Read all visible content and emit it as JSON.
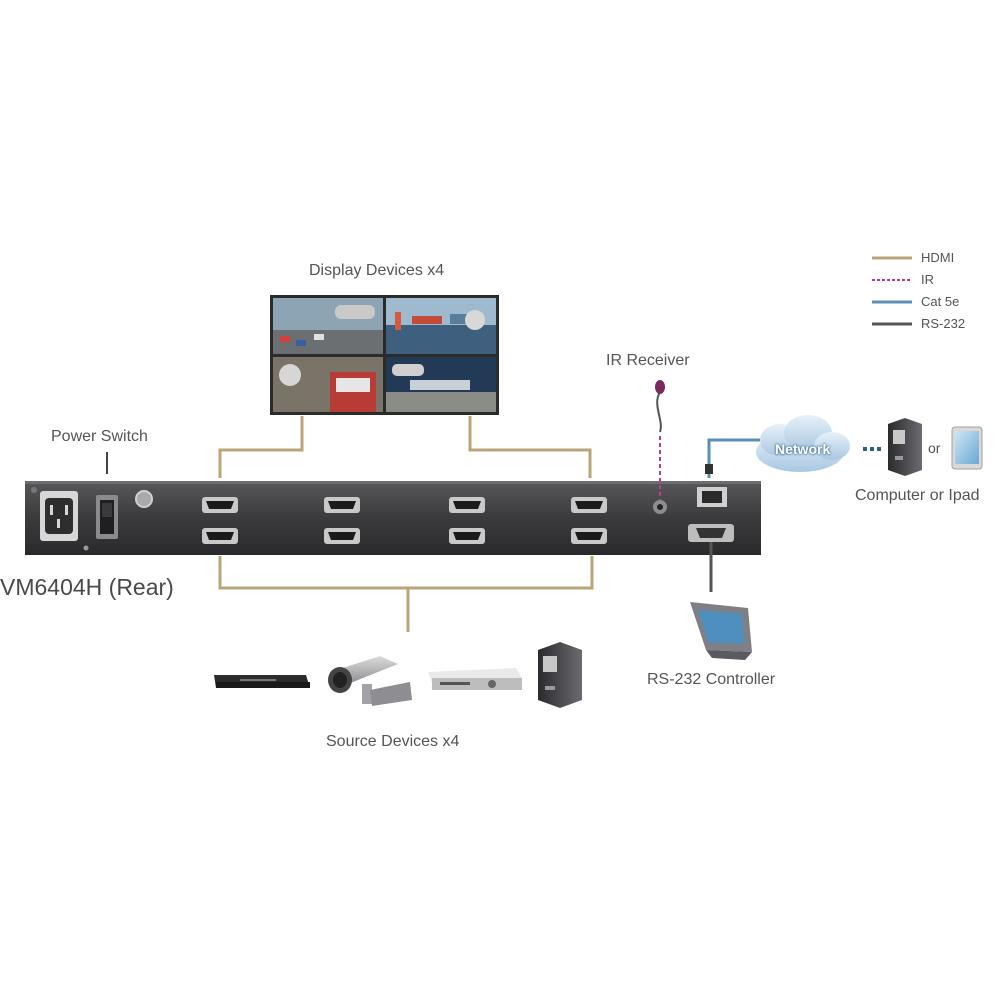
{
  "labels": {
    "display_devices": "Display Devices x4",
    "power_switch": "Power Switch",
    "ir_receiver": "IR Receiver",
    "network": "Network",
    "or": "or",
    "computer_or_ipad": "Computer or Ipad",
    "model": "VM6404H (Rear)",
    "rs232_controller": "RS-232 Controller",
    "source_devices": "Source Devices x4"
  },
  "legend": [
    {
      "label": "HDMI",
      "color": "#b9a57a",
      "style": "solid"
    },
    {
      "label": "IR",
      "color": "#c0398f",
      "style": "dashed"
    },
    {
      "label": "Cat 5e",
      "color": "#5b8fb5",
      "style": "solid"
    },
    {
      "label": "RS-232",
      "color": "#555555",
      "style": "solid"
    }
  ],
  "colors": {
    "hdmi": "#b9a57a",
    "ir": "#c0398f",
    "cat5e": "#5b8fb5",
    "rs232": "#555555",
    "panel": "#3b3b3d"
  },
  "icons": [
    "power-inlet-icon",
    "rocker-switch-icon",
    "hdmi-port-icon",
    "ir-jack-icon",
    "rj45-port-icon",
    "db9-port-icon",
    "network-cloud-icon",
    "computer-tower-icon",
    "ipad-icon",
    "touch-panel-icon",
    "dvd-player-icon",
    "cctv-camera-icon",
    "av-receiver-icon",
    "video-wall-icon"
  ]
}
